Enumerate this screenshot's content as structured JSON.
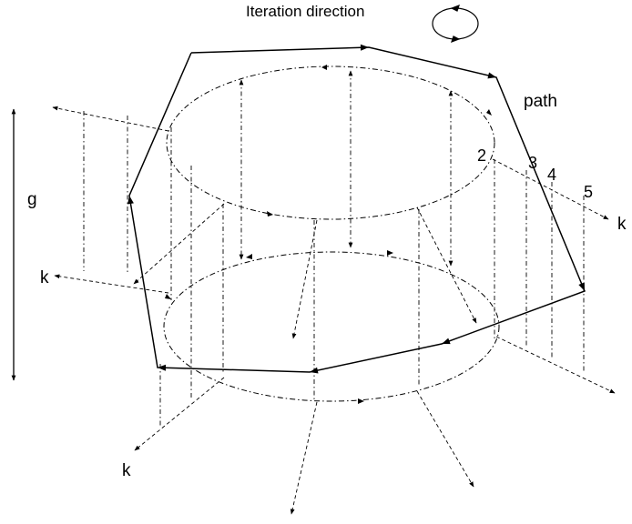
{
  "title": "Iteration direction",
  "labels": {
    "path": "path",
    "g": "g",
    "k": "k",
    "n2": "2",
    "n3": "3",
    "n4": "4",
    "n5": "5"
  },
  "colors": {
    "ink": "#000000",
    "background": "#ffffff"
  }
}
